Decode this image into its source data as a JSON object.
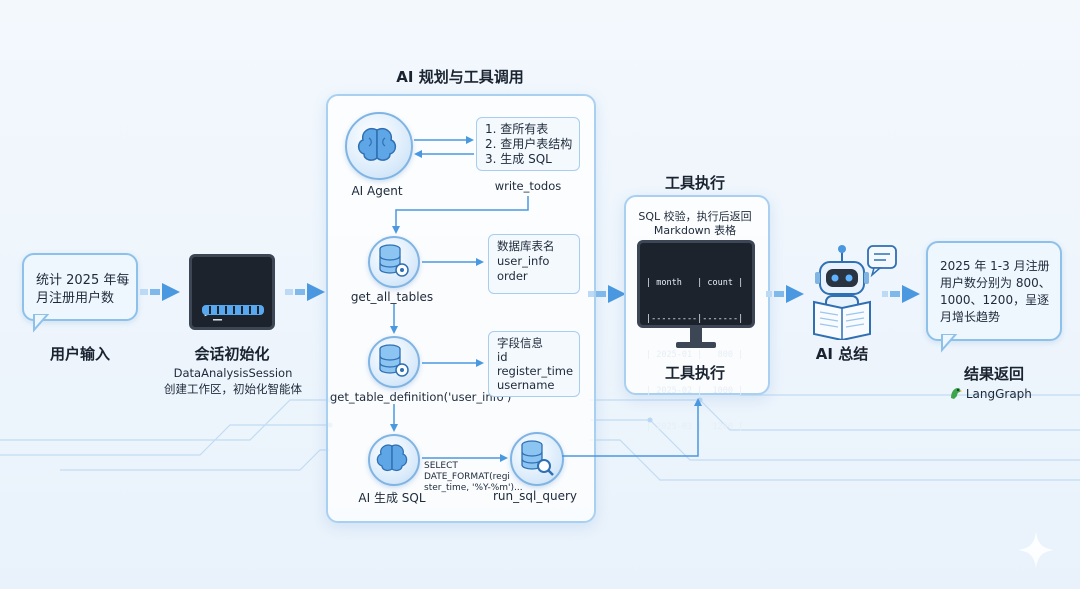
{
  "title": "AI 规划与工具调用",
  "input": {
    "bubble_line1": "统计 2025 年每",
    "bubble_line2": "月注册用户数",
    "label": "用户输入"
  },
  "session": {
    "label": "会话初始化",
    "sub1": "DataAnalysisSession",
    "sub2": "创建工作区，初始化智能体",
    "prompt": ">_"
  },
  "planning": {
    "agent_label": "AI Agent",
    "todos": [
      "1. 查所有表",
      "2. 查用户表结构",
      "3. 生成 SQL"
    ],
    "todos_label": "write_todos",
    "get_all_tables_label": "get_all_tables",
    "tables_info": [
      "数据库表名",
      "user_info",
      "order"
    ],
    "get_table_def_label": "get_table_definition('user_info')",
    "fields_info": [
      "字段信息",
      "id",
      "register_time",
      "username"
    ],
    "sql_gen_label": "AI 生成 SQL",
    "sql_text": [
      "SELECT",
      "DATE_FORMAT(regi",
      "ster_time, '%Y-%m')..."
    ],
    "run_sql_label": "run_sql_query"
  },
  "execution": {
    "title": "工具执行",
    "desc1": "SQL 校验，执行后返回",
    "desc2": "Markdown 表格",
    "table_lines": [
      "| month   | count |",
      "|---------|-------|",
      "| 2025-01 |   800 |",
      "| 2025-02 |  1000 |",
      "| 2025-03 |  1200 |"
    ],
    "label": "工具执行"
  },
  "summary": {
    "label": "AI 总结"
  },
  "result": {
    "lines": [
      "2025 年 1-3 月注册",
      "用户数分别为 800、",
      "1000、1200，呈逐",
      "月增长趋势"
    ],
    "label": "结果返回",
    "brand": "LangGraph"
  },
  "colors": {
    "accent": "#4a98e0",
    "panel_border": "#a9d0f1",
    "bubble_border": "#8ec1ea"
  }
}
